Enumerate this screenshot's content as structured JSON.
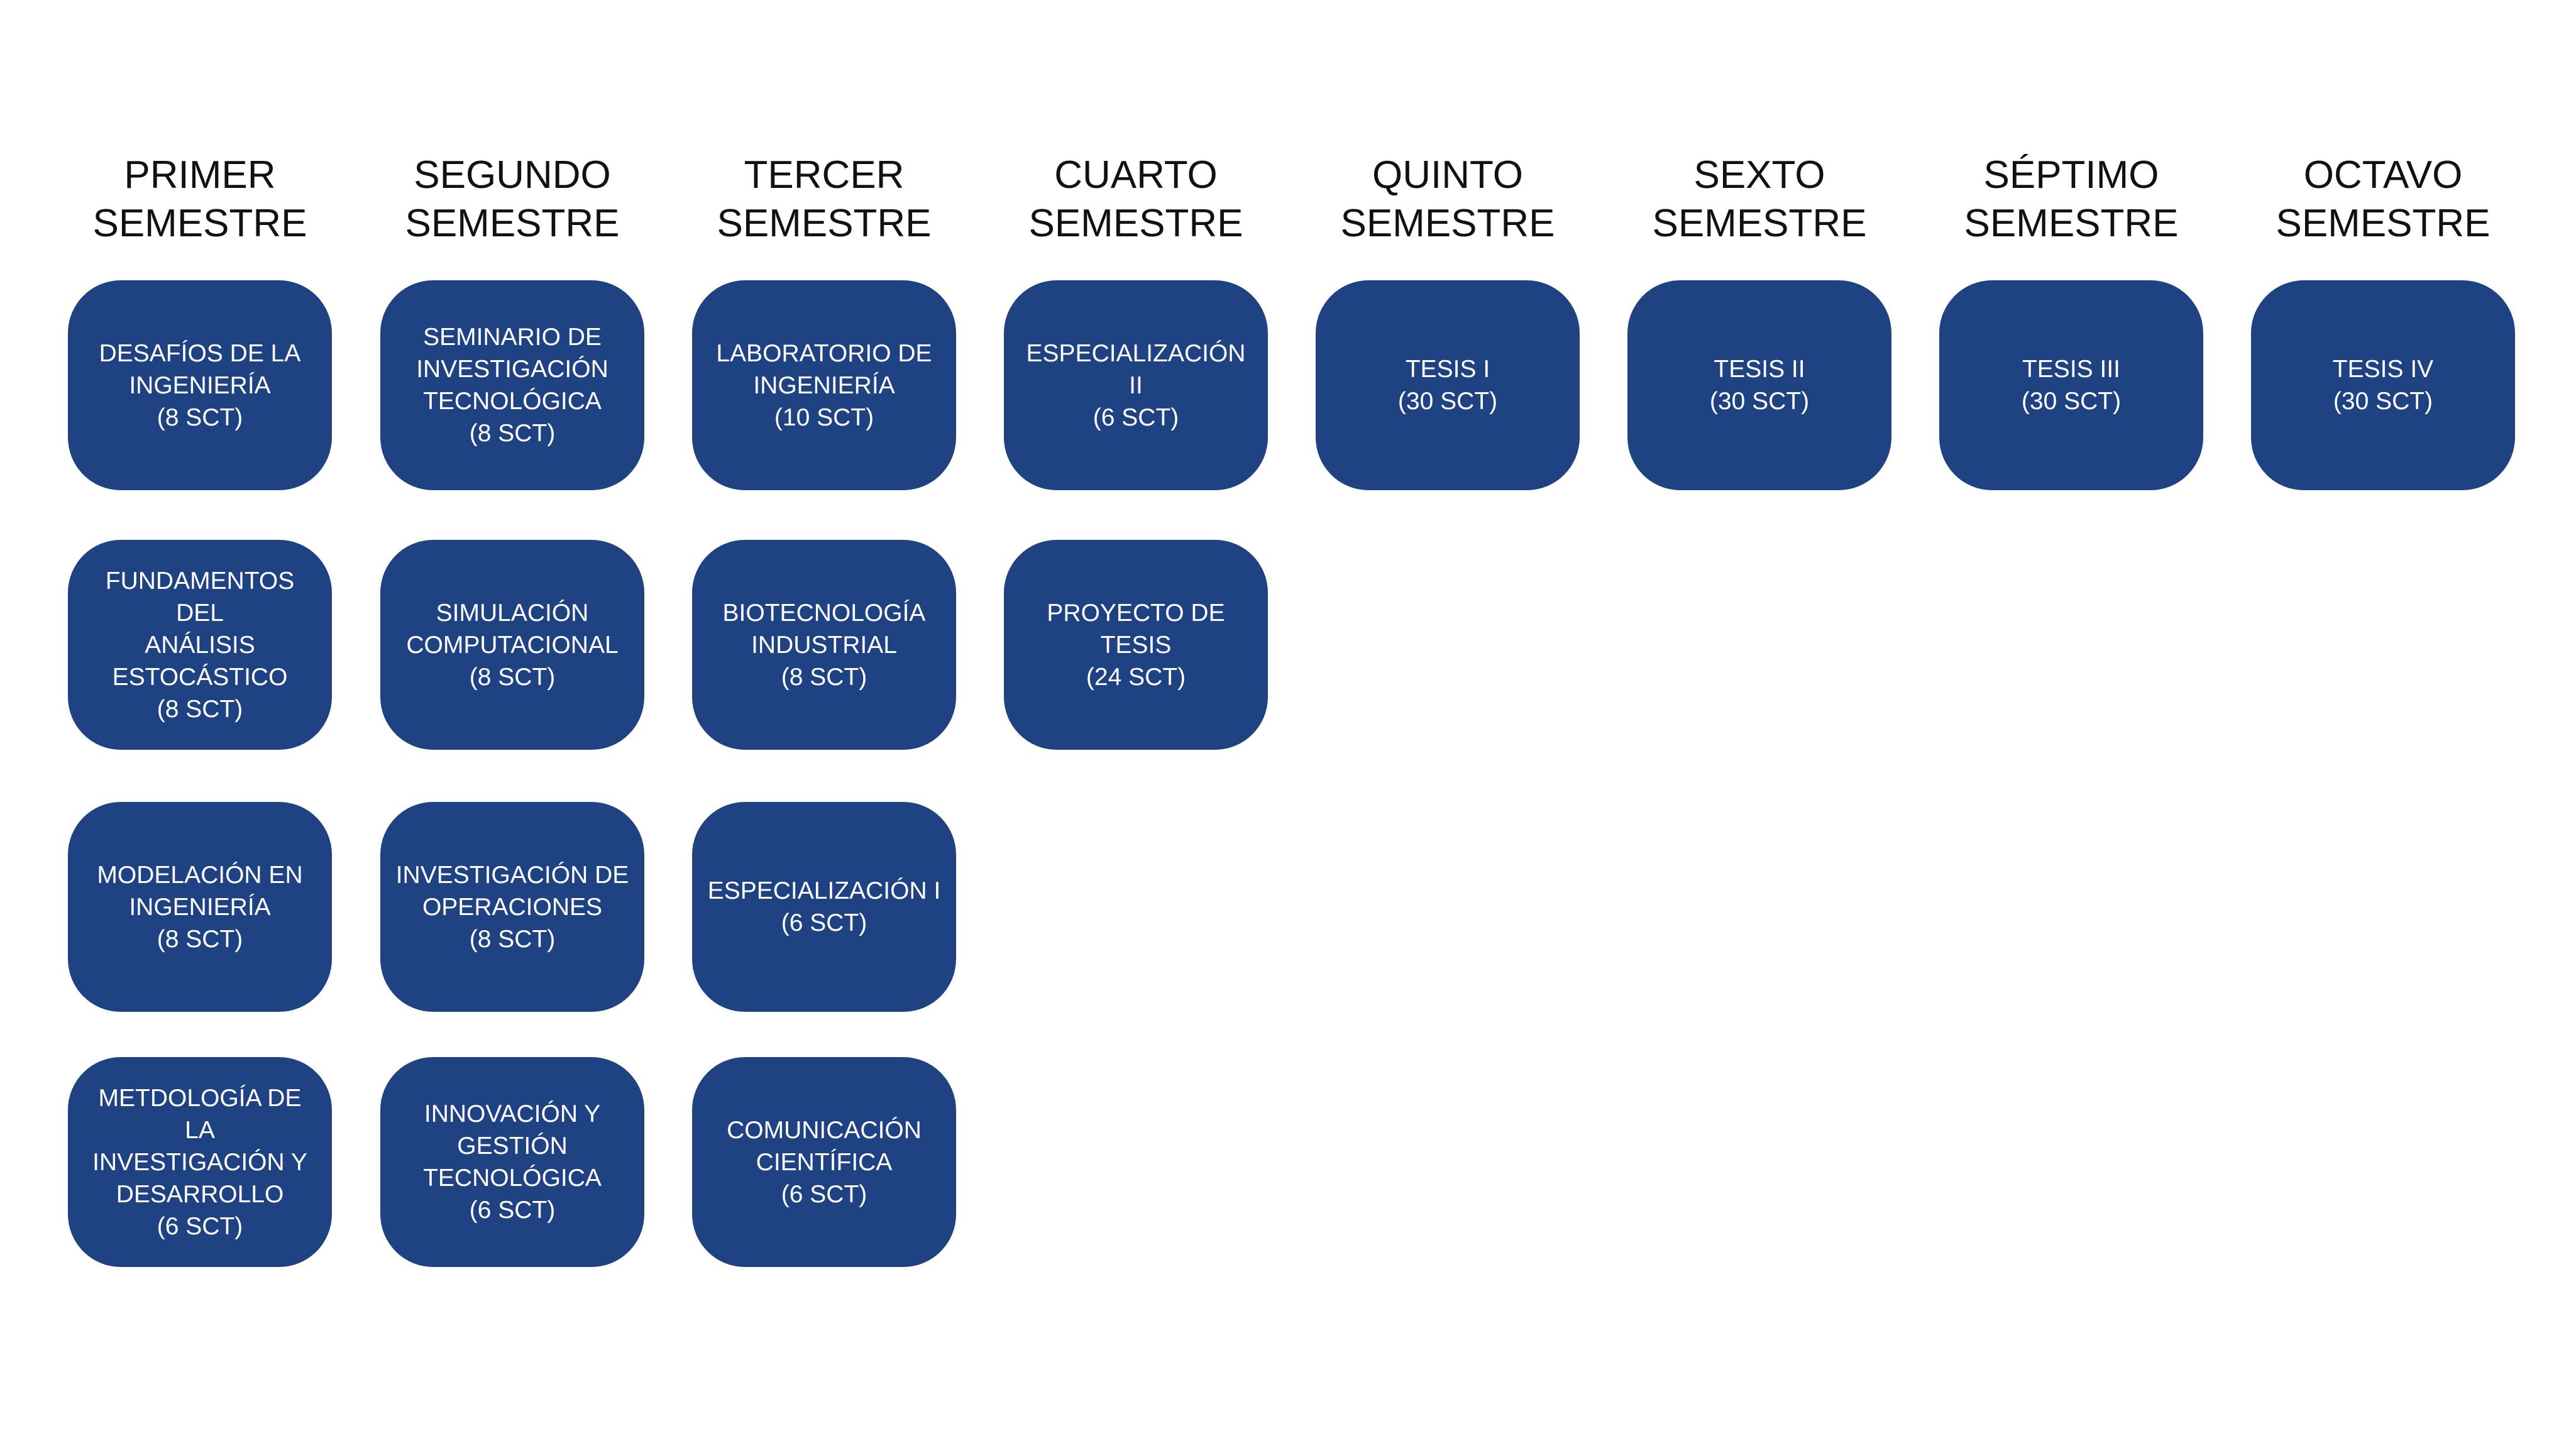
{
  "colors": {
    "box": "#1f4282",
    "box_text": "#ffffff",
    "header_text": "#111111",
    "background": "#ffffff"
  },
  "semesters": [
    {
      "line1": "PRIMER",
      "line2": "SEMESTRE",
      "courses": [
        {
          "lines": [
            "DESAFÍOS DE LA",
            "INGENIERÍA"
          ],
          "credits": "(8 SCT)"
        },
        {
          "lines": [
            "FUNDAMENTOS DEL",
            "ANÁLISIS",
            "ESTOCÁSTICO"
          ],
          "credits": "(8 SCT)"
        },
        {
          "lines": [
            "MODELACIÓN EN",
            "INGENIERÍA"
          ],
          "credits": "(8 SCT)"
        },
        {
          "lines": [
            "METDOLOGÍA DE LA",
            "INVESTIGACIÓN Y",
            "DESARROLLO"
          ],
          "credits": "(6 SCT)"
        }
      ]
    },
    {
      "line1": "SEGUNDO",
      "line2": "SEMESTRE",
      "courses": [
        {
          "lines": [
            "SEMINARIO DE",
            "INVESTIGACIÓN",
            "TECNOLÓGICA"
          ],
          "credits": "(8 SCT)"
        },
        {
          "lines": [
            "SIMULACIÓN",
            "COMPUTACIONAL"
          ],
          "credits": "(8 SCT)"
        },
        {
          "lines": [
            "INVESTIGACIÓN DE",
            "OPERACIONES"
          ],
          "credits": "(8 SCT)"
        },
        {
          "lines": [
            "INNOVACIÓN Y",
            "GESTIÓN",
            "TECNOLÓGICA"
          ],
          "credits": "(6 SCT)"
        }
      ]
    },
    {
      "line1": "TERCER",
      "line2": "SEMESTRE",
      "courses": [
        {
          "lines": [
            "LABORATORIO DE",
            "INGENIERÍA"
          ],
          "credits": "(10 SCT)"
        },
        {
          "lines": [
            "BIOTECNOLOGÍA",
            "INDUSTRIAL"
          ],
          "credits": "(8 SCT)"
        },
        {
          "lines": [
            "ESPECIALIZACIÓN I"
          ],
          "credits": "(6 SCT)"
        },
        {
          "lines": [
            "COMUNICACIÓN",
            "CIENTÍFICA"
          ],
          "credits": "(6 SCT)"
        }
      ]
    },
    {
      "line1": "CUARTO",
      "line2": "SEMESTRE",
      "courses": [
        {
          "lines": [
            "ESPECIALIZACIÓN II"
          ],
          "credits": "(6 SCT)"
        },
        {
          "lines": [
            "PROYECTO DE TESIS"
          ],
          "credits": "(24 SCT)"
        }
      ]
    },
    {
      "line1": "QUINTO",
      "line2": "SEMESTRE",
      "courses": [
        {
          "lines": [
            "TESIS I"
          ],
          "credits": "(30 SCT)"
        }
      ]
    },
    {
      "line1": "SEXTO",
      "line2": "SEMESTRE",
      "courses": [
        {
          "lines": [
            "TESIS II"
          ],
          "credits": "(30 SCT)"
        }
      ]
    },
    {
      "line1": "SÉPTIMO",
      "line2": "SEMESTRE",
      "courses": [
        {
          "lines": [
            "TESIS III"
          ],
          "credits": "(30 SCT)"
        }
      ]
    },
    {
      "line1": "OCTAVO",
      "line2": "SEMESTRE",
      "courses": [
        {
          "lines": [
            "TESIS IV"
          ],
          "credits": "(30 SCT)"
        }
      ]
    }
  ]
}
